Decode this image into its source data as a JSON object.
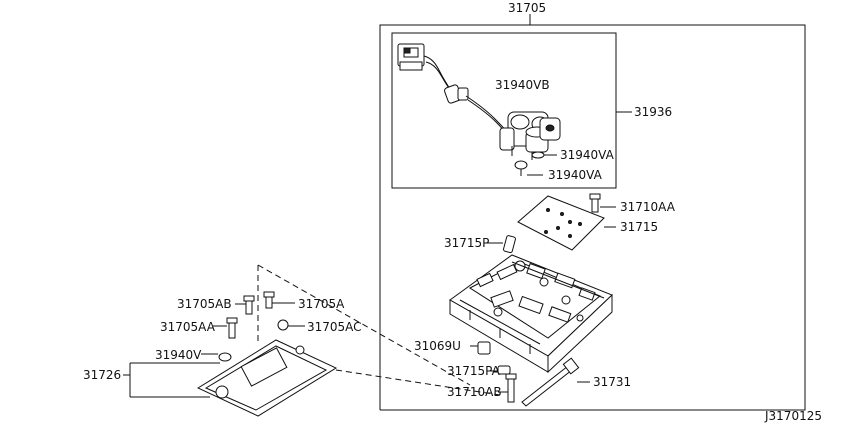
{
  "labels": {
    "l31705": "31705",
    "l31936": "31936",
    "l31940VB": "31940VB",
    "l31940VA_1": "31940VA",
    "l31940VA_2": "31940VA",
    "l31710AA": "31710AA",
    "l31715": "31715",
    "l31715P": "31715P",
    "l31705AB": "31705AB",
    "l31705A": "31705A",
    "l31705AA": "31705AA",
    "l31705AC": "31705AC",
    "l31940V": "31940V",
    "l31726": "31726",
    "l31069U": "31069U",
    "l31715PA": "31715PA",
    "l31731": "31731",
    "l31710AB": "31710AB",
    "ref": "J3170125"
  }
}
